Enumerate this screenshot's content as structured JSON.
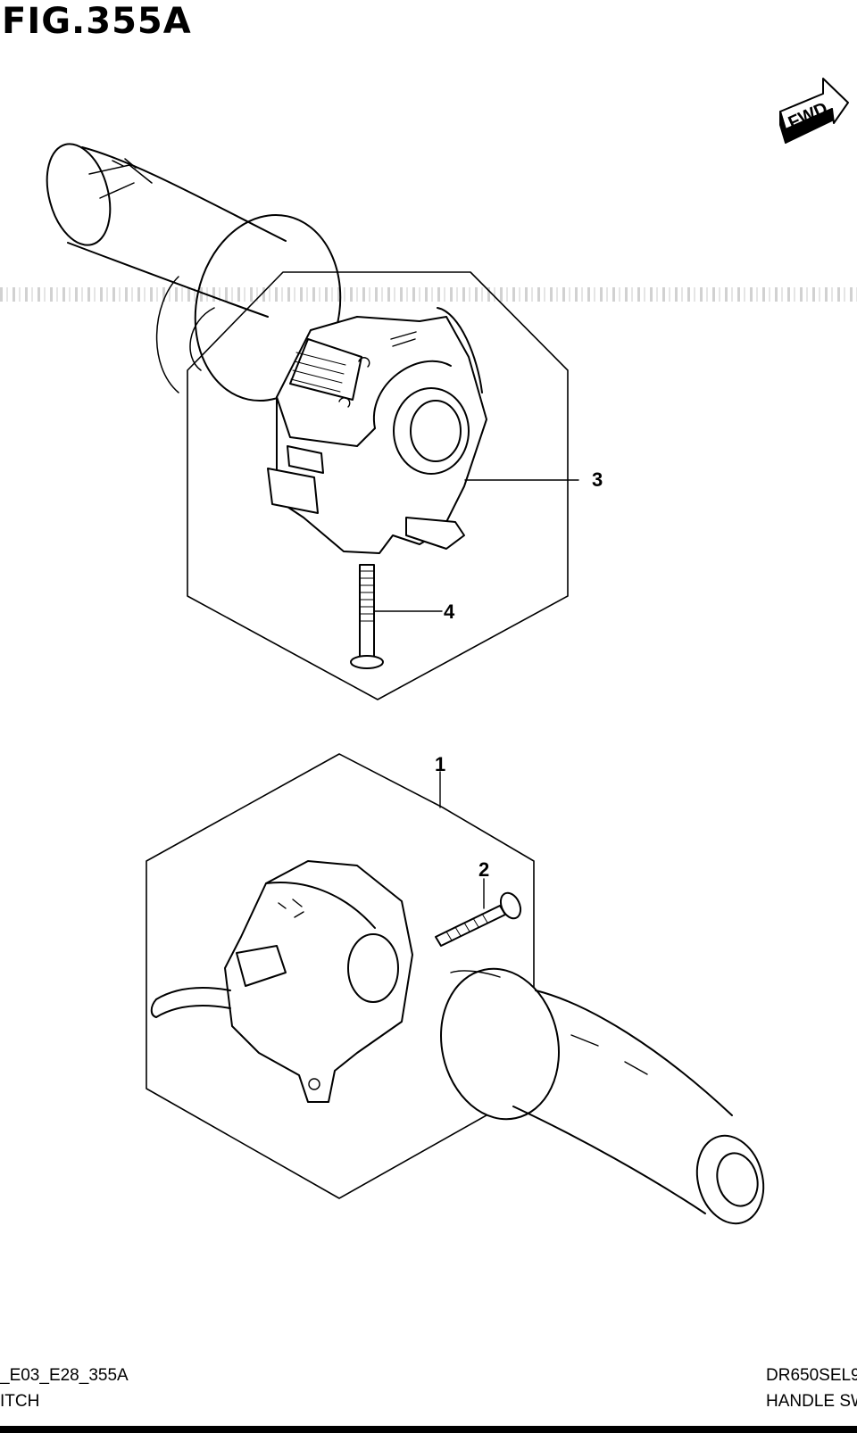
{
  "figure": {
    "title": "FIG.355A",
    "fwd_label": "FWD"
  },
  "callouts": [
    "3",
    "4",
    "1",
    "2"
  ],
  "footer": {
    "left_line1": "_E03_E28_355A",
    "left_line2": "ITCH",
    "right_line1": "DR650SEL9,",
    "right_line2": "HANDLE SW"
  },
  "colors": {
    "line": "#000000",
    "background": "#ffffff"
  }
}
